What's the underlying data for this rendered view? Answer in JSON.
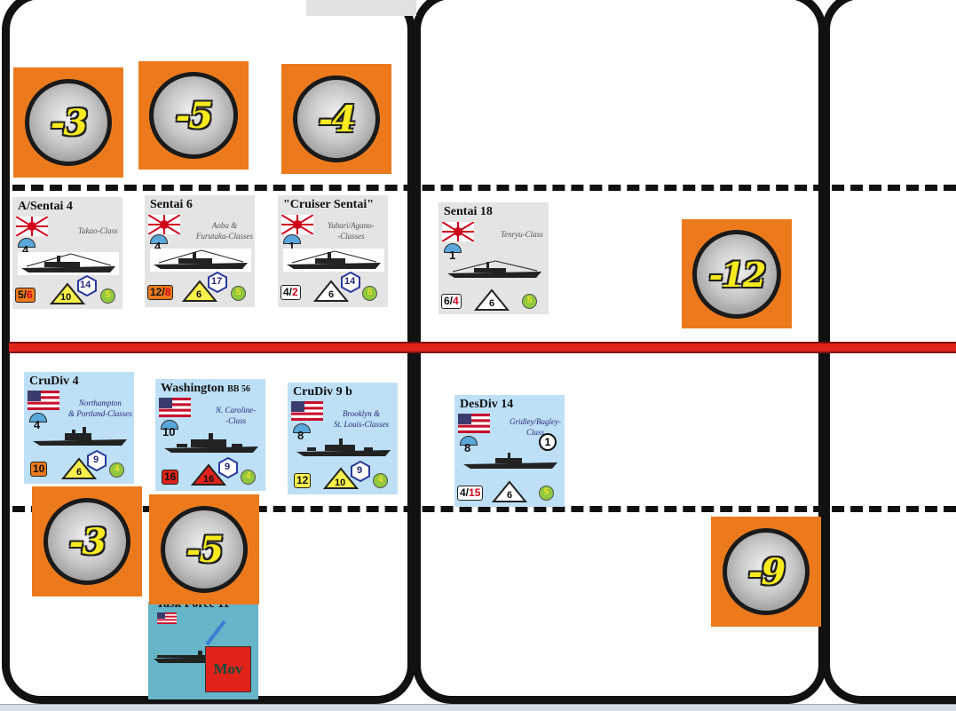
{
  "board": {
    "colors": {
      "marker_bg": "#ec7a1c",
      "divider": "#e2231a",
      "japan_counter": "#e4e4e4",
      "us_counter": "#bde0f6",
      "task_force": "#66b5c8",
      "move_marker": "#e1221b"
    }
  },
  "combat_markers": [
    {
      "id": "m1",
      "value": "-3"
    },
    {
      "id": "m2",
      "value": "-5"
    },
    {
      "id": "m3",
      "value": "-4"
    },
    {
      "id": "m4",
      "value": "-12"
    },
    {
      "id": "m5",
      "value": "-3"
    },
    {
      "id": "m6",
      "value": "-5"
    },
    {
      "id": "m7",
      "value": "-9"
    }
  ],
  "japanese_units": [
    {
      "name": "A/Sentai 4",
      "class": "Takao-Class",
      "range": "4",
      "gun": "5/6",
      "armor": "10",
      "speed": "14",
      "ac": "5",
      "flag": "japan-flag-icon"
    },
    {
      "name": "Sentai 6",
      "class": "Aoba &\nFurutaka-Classes",
      "range": "4",
      "gun": "12/8",
      "armor": "6",
      "speed": "17",
      "ac": "5",
      "flag": "japan-flag-icon"
    },
    {
      "name": "\"Cruiser Sentai\"",
      "class": "Yubari/Agano-\n-Classes",
      "range": "1",
      "gun": "4/2",
      "armor": "6",
      "speed": "14",
      "ac": "5",
      "flag": "japan-flag-icon"
    },
    {
      "name": "Sentai 18",
      "class": "Tenryu-Class",
      "range": "1",
      "gun": "6/4",
      "armor": "6",
      "ac": "5",
      "flag": "japan-flag-icon"
    }
  ],
  "us_units": [
    {
      "name": "CruDiv 4",
      "class": "Northampton\n& Portland-Classes",
      "range": "4",
      "gun": "10",
      "armor": "6",
      "speed": "9",
      "ac": "4",
      "flag": "us-flag-icon"
    },
    {
      "name": "Washington",
      "name_suffix": "BB 56",
      "class": "N. Caroline-\n-Class",
      "range": "10",
      "gun": "16",
      "armor": "16",
      "speed": "9",
      "ac": "4",
      "flag": "us-flag-icon"
    },
    {
      "name": "CruDiv 9 b",
      "class": "Brooklyn &\nSt. Louis-Classes",
      "range": "8",
      "gun": "12",
      "armor": "10",
      "speed": "9",
      "ac": "4",
      "flag": "us-flag-icon"
    },
    {
      "name": "DesDiv 14",
      "class": "Gridley/Bagley-\nClass",
      "range": "8",
      "gun": "4/15",
      "armor": "6",
      "ac": "5",
      "circle": "1",
      "flag": "us-flag-icon"
    }
  ],
  "task_force": {
    "name": "Task Force 11",
    "marker": "Mov",
    "flag": "us-flag-icon"
  }
}
